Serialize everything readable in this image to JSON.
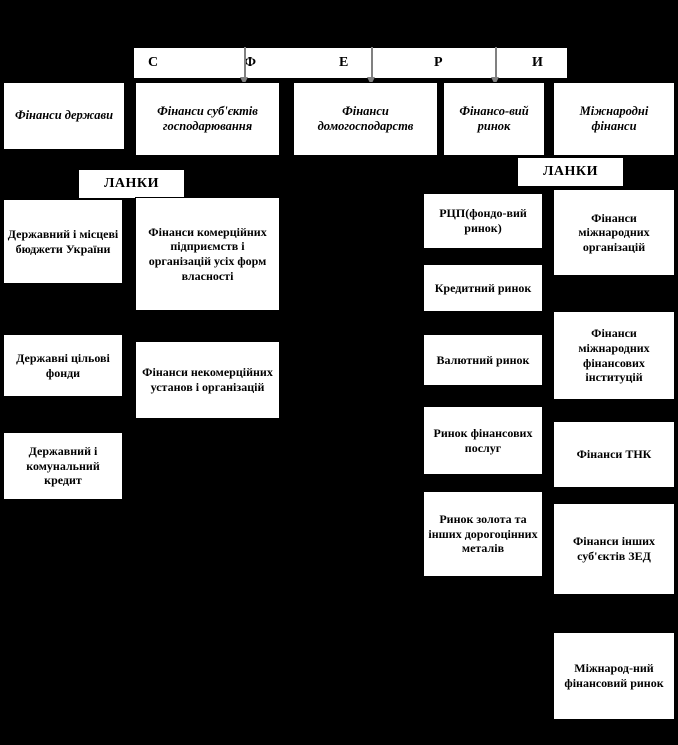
{
  "diagram": {
    "title_band": {
      "name": "spheres-band",
      "letters": [
        "С",
        "Ф",
        "Е",
        "Р",
        "И"
      ],
      "full_text": "СФЕРИ"
    },
    "tags": [
      {
        "label": "ЛАНКИ",
        "name": "lanky-tag-left"
      },
      {
        "label": "ЛАНКИ",
        "name": "lanky-tag-right"
      }
    ],
    "spheres": [
      {
        "label": "Фінанси держави"
      },
      {
        "label": "Фінанси суб'єктів господарювання"
      },
      {
        "label": "Фінанси домогосподарств"
      },
      {
        "label": "Фінансо-вий ринок"
      },
      {
        "label": "Міжнародні фінанси"
      }
    ],
    "links_state": [
      {
        "label": "Державний і місцеві бюджети України"
      },
      {
        "label": "Державні цільові фонди"
      },
      {
        "label": "Державний і комунальний кредит"
      }
    ],
    "links_business": [
      {
        "label": "Фінанси комерційних підприємств і організацій усіх форм власності"
      },
      {
        "label": "Фінанси некомерційних установ і організацій"
      }
    ],
    "links_market": [
      {
        "label": "РЦП(фондо-вий ринок)"
      },
      {
        "label": "Кредитний ринок"
      },
      {
        "label": "Валютний ринок"
      },
      {
        "label": "Ринок фінансових послуг"
      },
      {
        "label": "Ринок золота та інших дорогоцінних металів"
      }
    ],
    "links_international": [
      {
        "label": "Фінанси міжнародних організацій"
      },
      {
        "label": "Фінанси міжнародних фінансових інституцій"
      },
      {
        "label": "Фінанси ТНК"
      },
      {
        "label": "Фінанси інших суб'єктів ЗЕД"
      },
      {
        "label": "Міжнарод-ний фінансовий ринок"
      }
    ],
    "colors": {
      "background": "#000000",
      "box_fill": "#ffffff",
      "box_border": "#000000",
      "text": "#000000",
      "arrow": "#808080"
    }
  }
}
